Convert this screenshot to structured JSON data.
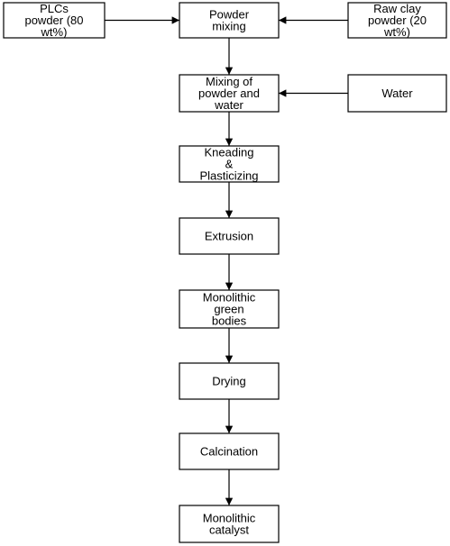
{
  "nodes": [
    {
      "id": "plcs",
      "lines": [
        "PLCs",
        "powder (80",
        "wt%)"
      ]
    },
    {
      "id": "powder_mixing",
      "lines": [
        "Powder",
        "mixing"
      ]
    },
    {
      "id": "raw_clay",
      "lines": [
        "Raw clay",
        "powder (20",
        "wt%)"
      ]
    },
    {
      "id": "mixing_water",
      "lines": [
        "Mixing of",
        "powder and",
        "water"
      ]
    },
    {
      "id": "water",
      "lines": [
        "Water"
      ]
    },
    {
      "id": "kneading",
      "lines": [
        "Kneading",
        "&",
        "Plasticizing"
      ]
    },
    {
      "id": "extrusion",
      "lines": [
        "Extrusion"
      ]
    },
    {
      "id": "green_bodies",
      "lines": [
        "Monolithic",
        "green",
        "bodies"
      ]
    },
    {
      "id": "drying",
      "lines": [
        "Drying"
      ]
    },
    {
      "id": "calcination",
      "lines": [
        "Calcination"
      ]
    },
    {
      "id": "catalyst",
      "lines": [
        "Monolithic",
        "catalyst"
      ]
    }
  ],
  "edges": [
    {
      "from": "plcs",
      "to": "powder_mixing"
    },
    {
      "from": "raw_clay",
      "to": "powder_mixing"
    },
    {
      "from": "powder_mixing",
      "to": "mixing_water"
    },
    {
      "from": "water",
      "to": "mixing_water"
    },
    {
      "from": "mixing_water",
      "to": "kneading"
    },
    {
      "from": "kneading",
      "to": "extrusion"
    },
    {
      "from": "extrusion",
      "to": "green_bodies"
    },
    {
      "from": "green_bodies",
      "to": "drying"
    },
    {
      "from": "drying",
      "to": "calcination"
    },
    {
      "from": "calcination",
      "to": "catalyst"
    }
  ]
}
